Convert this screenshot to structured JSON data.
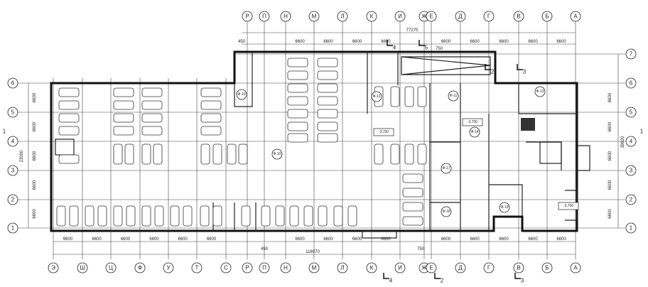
{
  "drawing": {
    "columns_top": [
      "Р",
      "П",
      "Н",
      "М",
      "Л",
      "К",
      "И",
      "Ж",
      "Е",
      "Д",
      "Г",
      "В",
      "Б",
      "А"
    ],
    "columns_bottom": [
      "Э",
      "Ш",
      "Ц",
      "Ф",
      "У",
      "Т",
      "С",
      "Р",
      "П",
      "Н",
      "М",
      "Л",
      "К",
      "И",
      "Ж",
      "Е",
      "Д",
      "Г",
      "В",
      "Б",
      "А"
    ],
    "rows": [
      "7",
      "6",
      "5",
      "4",
      "3",
      "2",
      "1"
    ],
    "bay_dimension": "6600",
    "top_total_dimension": "77270",
    "bottom_total_dimension": "118070",
    "small_dimensions": [
      "450",
      "750",
      "450",
      "750"
    ],
    "left_total_dimension": "23000",
    "right_total_dimension": "39620",
    "section_marks": [
      "4",
      "5",
      "2",
      "3",
      "4",
      "2",
      "3"
    ],
    "section_side_marks": [
      "1",
      "1"
    ],
    "room_tags": [
      "Ф-16",
      "Ф-10",
      "Ф-12",
      "Ф-11",
      "Ф-13",
      "Ф-14",
      "Ф-17",
      "Ф-18",
      "Ф-19"
    ],
    "level_marks": [
      "-3.700",
      "-3.700",
      "-3.700"
    ]
  }
}
